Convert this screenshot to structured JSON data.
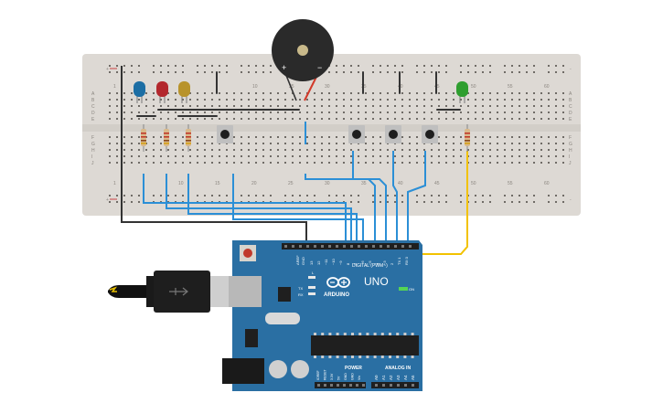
{
  "breadboard": {
    "column_numbers_top": [
      "1",
      "10",
      "20",
      "25",
      "30",
      "35",
      "40",
      "45",
      "50",
      "55",
      "60"
    ],
    "column_numbers_bottom": [
      "1",
      "10",
      "15",
      "20",
      "25",
      "30",
      "35",
      "40",
      "45",
      "50",
      "55",
      "60"
    ],
    "row_letters_top": [
      "A",
      "B",
      "C",
      "D",
      "E"
    ],
    "row_letters_bottom": [
      "F",
      "G",
      "H",
      "I",
      "J"
    ],
    "rail_plus": "+",
    "rail_minus": "-"
  },
  "components": {
    "leds": [
      {
        "color": "#1c6ea4",
        "name": "blue"
      },
      {
        "color": "#b3282d",
        "name": "red"
      },
      {
        "color": "#b8932b",
        "name": "yellow"
      },
      {
        "color": "#2f9e2f",
        "name": "green"
      }
    ],
    "buzzer": {
      "plus": "+",
      "minus": "−"
    },
    "pushbutton_count": 4,
    "resistor_count": 4
  },
  "wires": {
    "ground_color": "#333333",
    "signal_color": "#2b8fd6",
    "led_green_color": "#f2c200",
    "buzzer_color": "#d23a2a"
  },
  "arduino": {
    "board_color": "#2a6fa3",
    "logo_text": "ARDUINO",
    "model": "UNO",
    "digital_label": "DIGITAL (PWM~)",
    "power_label": "POWER",
    "analog_label": "ANALOG IN",
    "on_label": "ON",
    "tx_label": "TX",
    "rx_label": "RX",
    "l_label": "L",
    "aref_label": "AREF",
    "gnd_label": "GND",
    "top_pin_labels": [
      "13",
      "12",
      "~11",
      "~10",
      "~9",
      "8",
      "7",
      "~6",
      "~5",
      "4",
      "~3",
      "2",
      "TX 1",
      "RX 0"
    ],
    "power_pin_labels": [
      "IOREF",
      "RESET",
      "3.3V",
      "5V",
      "GND",
      "GND",
      "Vin"
    ],
    "analog_pin_labels": [
      "A0",
      "A1",
      "A2",
      "A3",
      "A4",
      "A5"
    ]
  }
}
